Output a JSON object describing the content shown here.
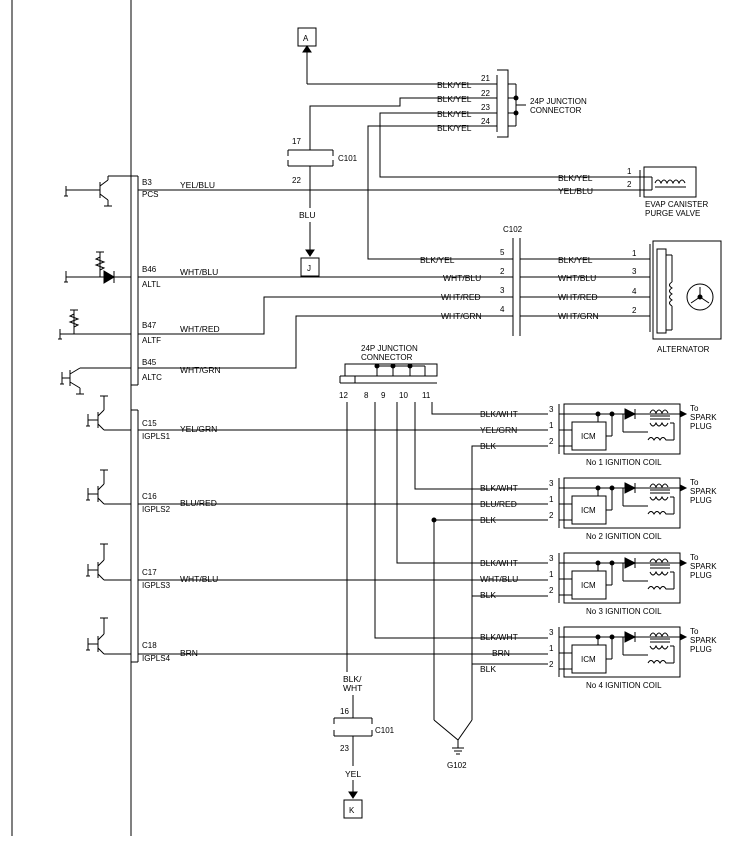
{
  "connectors": {
    "A": "A",
    "J": "J",
    "K": "K"
  },
  "junction_top": {
    "title1": "24P JUNCTION",
    "title2": "CONNECTOR",
    "pins": [
      "21",
      "22",
      "23",
      "24"
    ],
    "wires": [
      "BLK/YEL",
      "BLK/YEL",
      "BLK/YEL",
      "BLK/YEL"
    ]
  },
  "c101_top": {
    "name": "C101",
    "pin_top": "17",
    "pin_bottom": "22",
    "wire_below": "BLU"
  },
  "c101_bot": {
    "name": "C101",
    "pin_top": "16",
    "pin_bottom": "23",
    "wire_above1": "BLK/",
    "wire_above2": "WHT",
    "wire_below": "YEL"
  },
  "evap": {
    "pins": [
      "1",
      "2"
    ],
    "wires": [
      "BLK/YEL",
      "YEL/BLU"
    ],
    "title1": "EVAP CANISTER",
    "title2": "PURGE VALVE"
  },
  "c102": {
    "name": "C102",
    "pins": [
      "5",
      "2",
      "3",
      "4"
    ],
    "left_wires": [
      "BLK/YEL",
      "WHT/BLU",
      "WHT/RED",
      "WHT/GRN"
    ],
    "right_wires": [
      "BLK/YEL",
      "WHT/BLU",
      "WHT/RED",
      "WHT/GRN"
    ]
  },
  "alternator": {
    "title": "ALTERNATOR",
    "pins": [
      "1",
      "3",
      "4",
      "2"
    ]
  },
  "ecm": [
    {
      "pin": "B3",
      "name": "PCS",
      "wire": "YEL/BLU"
    },
    {
      "pin": "B46",
      "name": "ALTL",
      "wire": "WHT/BLU"
    },
    {
      "pin": "B47",
      "name": "ALTF",
      "wire": "WHT/RED"
    },
    {
      "pin": "B45",
      "name": "ALTC",
      "wire": "WHT/GRN"
    },
    {
      "pin": "C15",
      "name": "IGPLS1",
      "wire": "YEL/GRN"
    },
    {
      "pin": "C16",
      "name": "IGPLS2",
      "wire": "BLU/RED"
    },
    {
      "pin": "C17",
      "name": "IGPLS3",
      "wire": "WHT/BLU"
    },
    {
      "pin": "C18",
      "name": "IGPLS4",
      "wire": "BRN"
    }
  ],
  "junction_mid": {
    "title1": "24P JUNCTION",
    "title2": "CONNECTOR",
    "pins": [
      "12",
      "8",
      "9",
      "10",
      "11"
    ]
  },
  "coils": [
    {
      "title": "No  1 IGNITION COIL",
      "wires": [
        "BLK/WHT",
        "YEL/GRN",
        "BLK"
      ],
      "pins": [
        "3",
        "1",
        "2"
      ],
      "icm": "ICM",
      "to1": "To",
      "to2": "SPARK",
      "to3": "PLUG"
    },
    {
      "title": "No  2 IGNITION COIL",
      "wires": [
        "BLK/WHT",
        "BLU/RED",
        "BLK"
      ],
      "pins": [
        "3",
        "1",
        "2"
      ],
      "icm": "ICM",
      "to1": "To",
      "to2": "SPARK",
      "to3": "PLUG"
    },
    {
      "title": "No  3 IGNITION COIL",
      "wires": [
        "BLK/WHT",
        "WHT/BLU",
        "BLK"
      ],
      "pins": [
        "3",
        "1",
        "2"
      ],
      "icm": "ICM",
      "to1": "To",
      "to2": "SPARK",
      "to3": "PLUG"
    },
    {
      "title": "No  4 IGNITION COIL",
      "wires": [
        "BLK/WHT",
        "BRN",
        "BLK"
      ],
      "pins": [
        "3",
        "1",
        "2"
      ],
      "icm": "ICM",
      "to1": "To",
      "to2": "SPARK",
      "to3": "PLUG"
    }
  ],
  "ground": "G102"
}
